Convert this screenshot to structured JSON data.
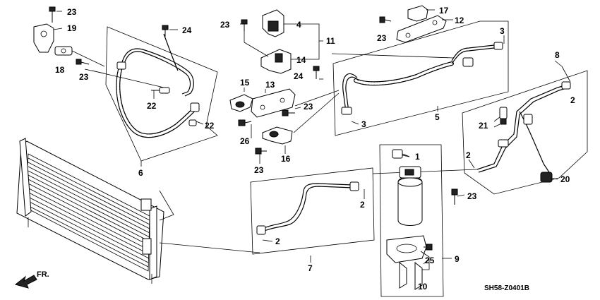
{
  "diagram_code": "SH58-Z0401B",
  "direction_label": "FR.",
  "callouts": [
    {
      "id": "p23a",
      "text": "23"
    },
    {
      "id": "p19",
      "text": "19"
    },
    {
      "id": "p18",
      "text": "18"
    },
    {
      "id": "p23b",
      "text": "23"
    },
    {
      "id": "p24a",
      "text": "24"
    },
    {
      "id": "p22a",
      "text": "22"
    },
    {
      "id": "p22b",
      "text": "22"
    },
    {
      "id": "p6",
      "text": "6"
    },
    {
      "id": "p23c",
      "text": "23"
    },
    {
      "id": "p4",
      "text": "4"
    },
    {
      "id": "p11",
      "text": "11"
    },
    {
      "id": "p14",
      "text": "14"
    },
    {
      "id": "p17",
      "text": "17"
    },
    {
      "id": "p12",
      "text": "12"
    },
    {
      "id": "p23d",
      "text": "23"
    },
    {
      "id": "p3a",
      "text": "3"
    },
    {
      "id": "p8",
      "text": "8"
    },
    {
      "id": "p24b",
      "text": "24"
    },
    {
      "id": "p15",
      "text": "15"
    },
    {
      "id": "p13",
      "text": "13"
    },
    {
      "id": "p23e",
      "text": "23"
    },
    {
      "id": "p26",
      "text": "26"
    },
    {
      "id": "p16",
      "text": "16"
    },
    {
      "id": "p23f",
      "text": "23"
    },
    {
      "id": "p3b",
      "text": "3"
    },
    {
      "id": "p5",
      "text": "5"
    },
    {
      "id": "p2a",
      "text": "2"
    },
    {
      "id": "p21",
      "text": "21"
    },
    {
      "id": "p1",
      "text": "1"
    },
    {
      "id": "p2b",
      "text": "2"
    },
    {
      "id": "p20",
      "text": "20"
    },
    {
      "id": "p23g",
      "text": "23"
    },
    {
      "id": "p2c",
      "text": "2"
    },
    {
      "id": "p2d",
      "text": "2"
    },
    {
      "id": "p7",
      "text": "7"
    },
    {
      "id": "p9",
      "text": "9"
    },
    {
      "id": "p25",
      "text": "25"
    },
    {
      "id": "p10",
      "text": "10"
    }
  ]
}
